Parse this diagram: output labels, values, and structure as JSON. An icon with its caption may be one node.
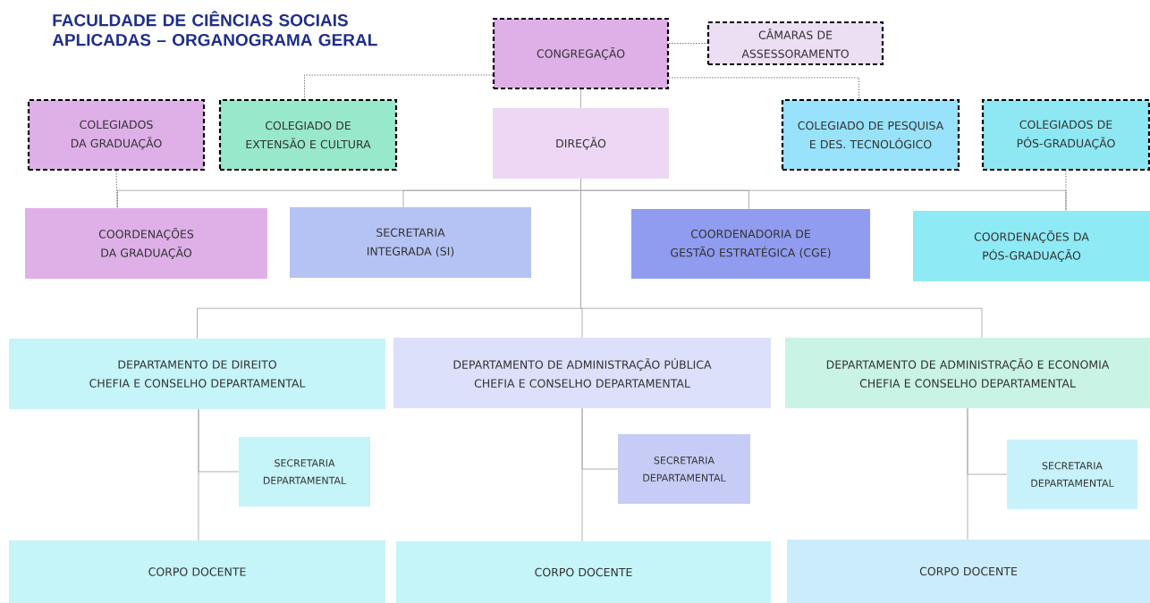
{
  "diagram": {
    "title": "FACULDADE DE CIÊNCIAS SOCIAIS APLICADAS – ORGANOGRAMA GERAL",
    "nodes": [
      {
        "text": [
          "CONGREGAÇÃO"
        ]
      },
      {
        "text": [
          "CÂMARAS DE ASSESSORAMENTO"
        ]
      },
      {
        "text": [
          "COLEGIADOS DA GRADUAÇÃO"
        ]
      },
      {
        "text": [
          "COLEGIADO DE EXTENSÃO E CULTURA"
        ]
      },
      {
        "text": [
          "DIREÇÃO"
        ]
      },
      {
        "text": [
          "COLEGIADO DE PESQUISA E DES. TECNOLÓGICO"
        ]
      },
      {
        "text": [
          "COLEGIADOS DE PÓS-GRADUAÇÃO"
        ]
      },
      {
        "text": [
          "COORDENAÇÕES DA GRADUAÇÃO"
        ]
      },
      {
        "text": [
          "SECRETARIA INTEGRADA (SI)"
        ]
      },
      {
        "text": [
          "COORDENADORIA DE GESTÃO ESTRATÉGICA (CGE)"
        ]
      },
      {
        "text": [
          "COORDENAÇÕES DA PÓS-GRADUAÇÃO"
        ]
      },
      {
        "text": [
          "DEPARTAMENTO DE DIREITO",
          "CHEFIA E CONSELHO DEPARTAMENTAL"
        ]
      },
      {
        "text": [
          "DEPARTAMENTO DE ADMINISTRAÇÃO PÚBLICA",
          "CHEFIA E CONSELHO DEPARTAMENTAL"
        ]
      },
      {
        "text": [
          "DEPARTAMENTO DE ADMINISTRAÇÃO E ECONOMIA",
          "CHEFIA E CONSELHO DEPARTAMENTAL"
        ]
      },
      {
        "text": [
          "SECRETARIA DEPARTAMENTAL"
        ]
      },
      {
        "text": [
          "SECRETARIA DEPARTAMENTAL"
        ]
      },
      {
        "text": [
          "SECRETARIA DEPARTAMENTAL"
        ]
      },
      {
        "text": [
          "CORPO DOCENTE"
        ]
      },
      {
        "text": [
          "CORPO DOCENTE"
        ]
      },
      {
        "text": [
          "CORPO DOCENTE"
        ]
      }
    ],
    "edges": [
      {
        "from": 0,
        "to": 1,
        "arrow": "none",
        "style": "dashed"
      },
      {
        "from": 0,
        "to": 3,
        "arrow": "none",
        "style": "dashed"
      },
      {
        "from": 0,
        "to": 5,
        "arrow": "none",
        "style": "dashed"
      },
      {
        "from": 0,
        "to": 4,
        "arrow": "none"
      },
      {
        "from": 4,
        "to": 7,
        "arrow": "none"
      },
      {
        "from": 4,
        "to": 8,
        "arrow": "none"
      },
      {
        "from": 4,
        "to": 9,
        "arrow": "none"
      },
      {
        "from": 4,
        "to": 10,
        "arrow": "none"
      },
      {
        "from": 2,
        "to": 7,
        "arrow": "none",
        "style": "dashed"
      },
      {
        "from": 6,
        "to": 10,
        "arrow": "none",
        "style": "dashed"
      },
      {
        "from": 4,
        "to": 11,
        "arrow": "none"
      },
      {
        "from": 4,
        "to": 12,
        "arrow": "none"
      },
      {
        "from": 4,
        "to": 13,
        "arrow": "none"
      },
      {
        "from": 11,
        "to": 14,
        "arrow": "none"
      },
      {
        "from": 11,
        "to": 17,
        "arrow": "none"
      },
      {
        "from": 12,
        "to": 15,
        "arrow": "none"
      },
      {
        "from": 12,
        "to": 18,
        "arrow": "none"
      },
      {
        "from": 13,
        "to": 16,
        "arrow": "none"
      },
      {
        "from": 13,
        "to": 19,
        "arrow": "none"
      }
    ]
  }
}
